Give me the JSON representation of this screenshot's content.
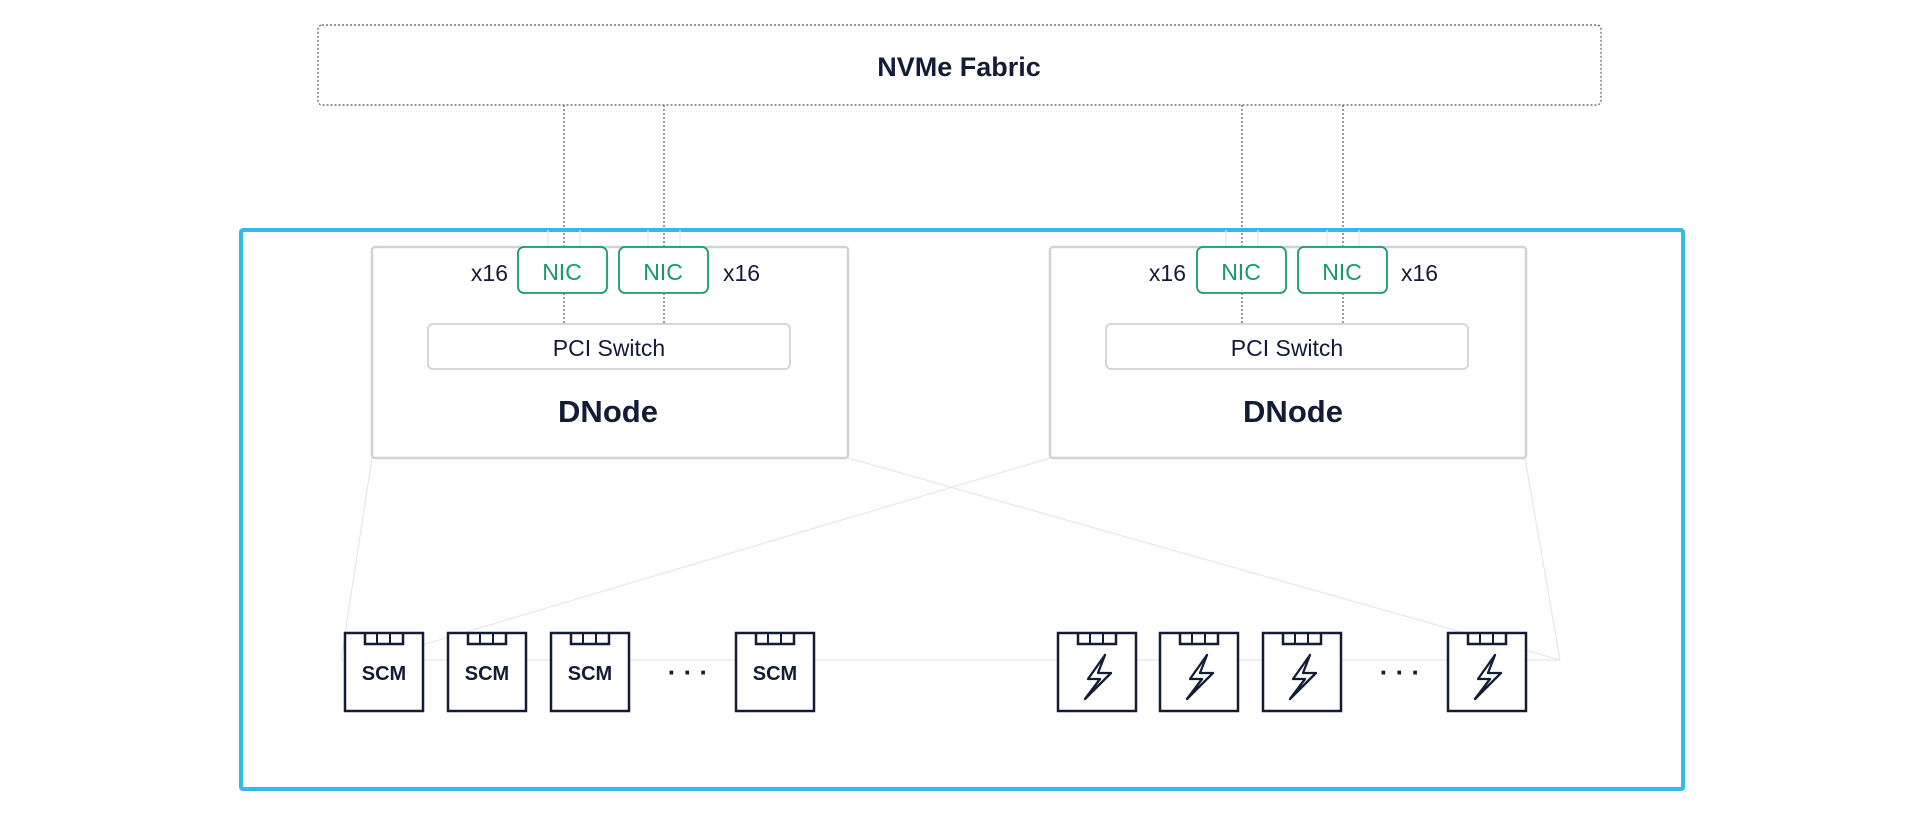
{
  "fabric": {
    "label": "NVMe Fabric"
  },
  "dnodes": [
    {
      "title": "DNode",
      "switch_label": "PCI Switch",
      "nics": [
        {
          "label": "NIC",
          "lanes": "x16"
        },
        {
          "label": "NIC",
          "lanes": "x16"
        }
      ]
    },
    {
      "title": "DNode",
      "switch_label": "PCI Switch",
      "nics": [
        {
          "label": "NIC",
          "lanes": "x16"
        },
        {
          "label": "NIC",
          "lanes": "x16"
        }
      ]
    }
  ],
  "scm_drives": {
    "label": "SCM",
    "ellipsis": "· · ·"
  },
  "flash_drives": {
    "icon": "lightning-bolt-icon",
    "ellipsis": "· · ·"
  },
  "colors": {
    "enclosure_border": "#2fbde8",
    "nic": "#159a6e",
    "dark": "#131c36",
    "node_border": "#d0d3da",
    "dashed": "#555a66"
  }
}
